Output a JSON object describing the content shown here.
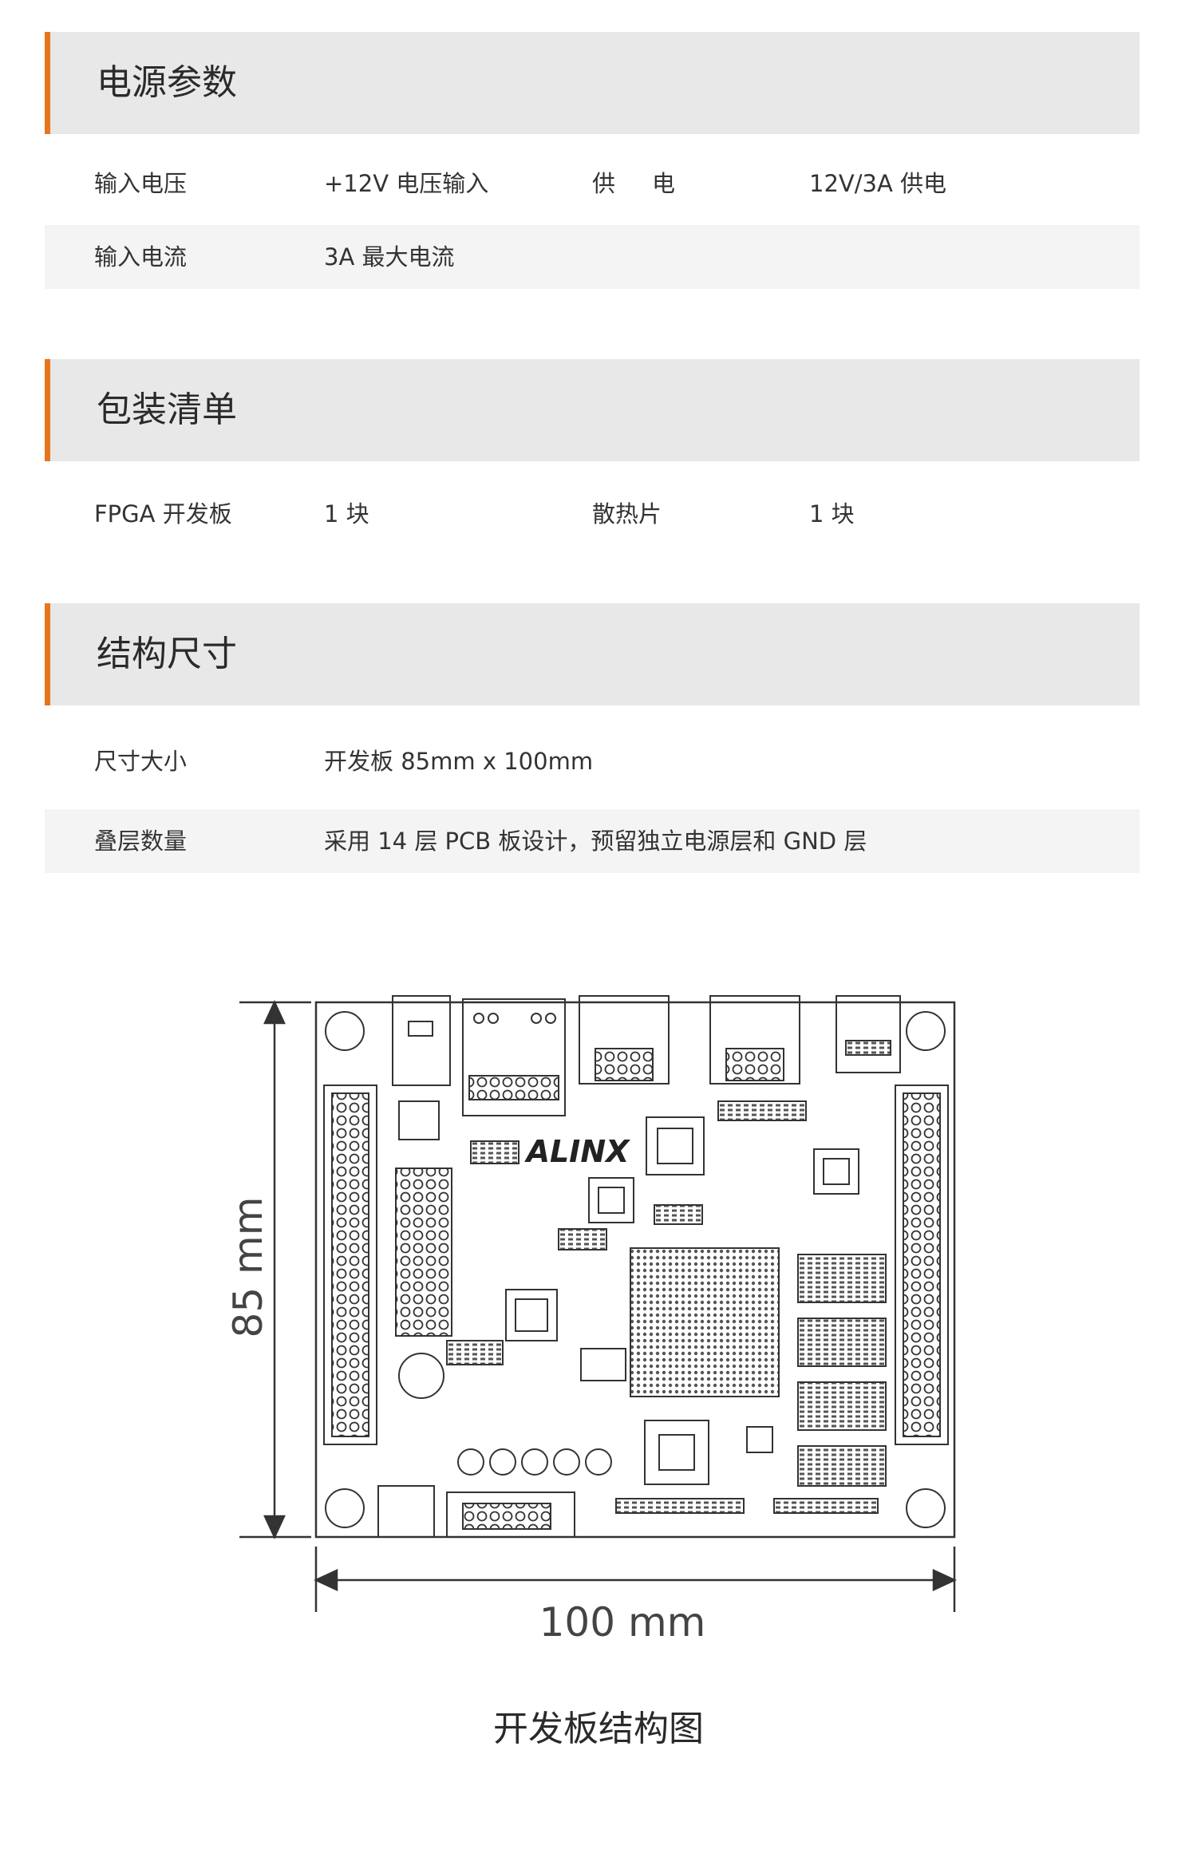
{
  "sections": [
    {
      "title": "电源参数",
      "rows": [
        [
          "输入电压",
          "+12V 电压输入",
          "供电",
          "12V/3A 供电"
        ],
        [
          "输入电流",
          "3A 最大电流"
        ]
      ]
    },
    {
      "title": "包装清单",
      "rows": [
        [
          "FPGA 开发板",
          "1 块",
          "散热片",
          "1 块"
        ]
      ]
    },
    {
      "title": "结构尺寸",
      "rows": [
        [
          "尺寸大小",
          "开发板 85mm x 100mm"
        ],
        [
          "叠层数量",
          "采用 14 层 PCB 板设计，预留独立电源层和 GND 层"
        ]
      ]
    }
  ],
  "diagram": {
    "board_brand": "ALINX",
    "height_label": "85 mm",
    "width_label": "100 mm",
    "caption": "开发板结构图"
  },
  "colors": {
    "accent": "#e8741e",
    "header_bg": "#e8e8e8",
    "row_alt_bg": "#f4f4f4"
  }
}
